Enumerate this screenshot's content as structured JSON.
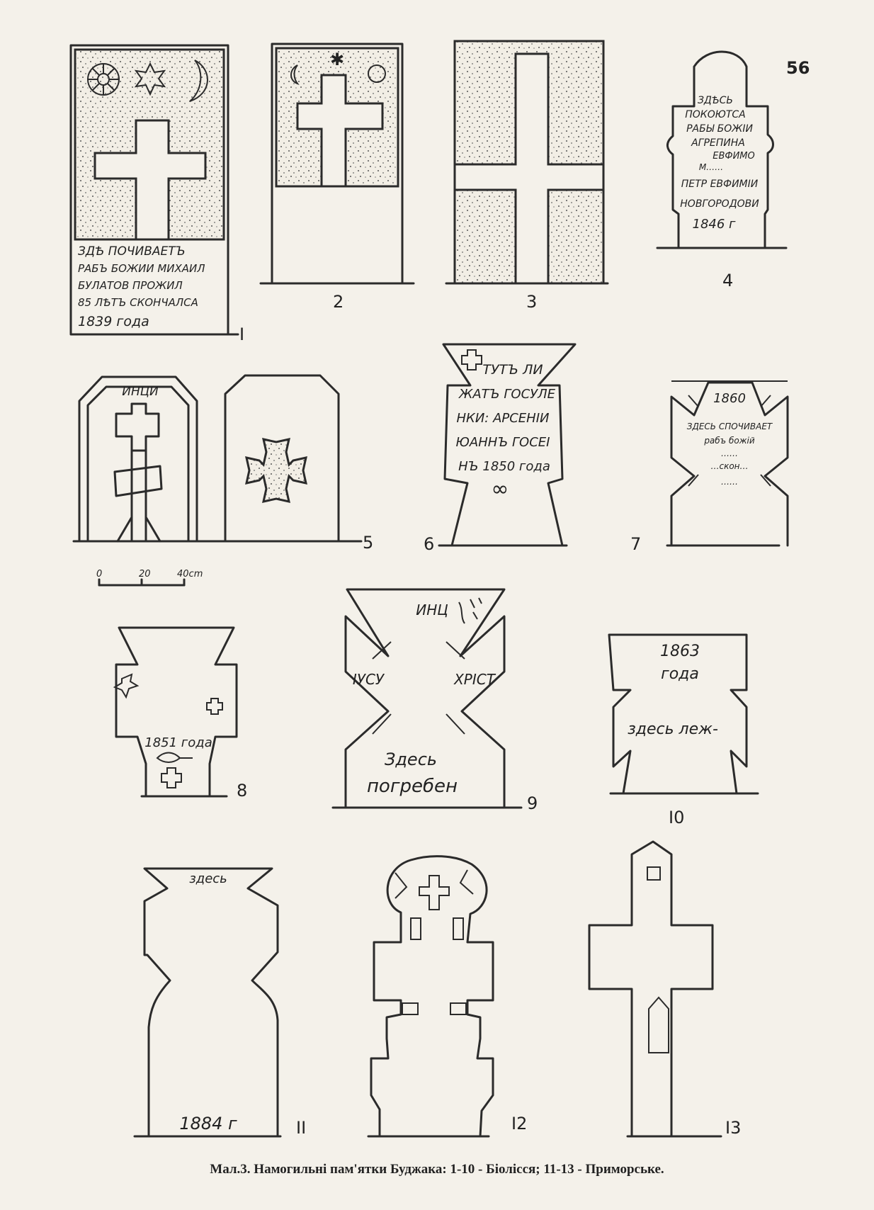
{
  "page_number": "56",
  "caption": "Мал.3. Намогильні пам'ятки Буджака: 1-10 - Біолісся; 11-13 - Приморське.",
  "scale": {
    "zero": "0",
    "mid": "20",
    "end": "40cm"
  },
  "figures": {
    "f1": {
      "label": "I",
      "lines": [
        "ЗДѢ ПОЧИВАЕТЪ",
        "РАБЪ БОЖИИ МИХАИЛ",
        "БУЛАТОВ ПРОЖИЛ",
        "85 ЛѢТЪ СКОНЧАЛСА",
        "1839 года"
      ]
    },
    "f2": {
      "label": "2"
    },
    "f3": {
      "label": "3"
    },
    "f4": {
      "label": "4",
      "lines": [
        "ЗДѢСЬ",
        "ПОКОЮТСА",
        "РАБЫ БОЖІИ",
        "АГРЕПИНА",
        "ЕВФИМО",
        "М……",
        "ПЕТР ЕВФИМІИ",
        "НОВГОРОДОВИ",
        "1846 г"
      ]
    },
    "f5": {
      "label": "5",
      "inscription": "ИНЦИ"
    },
    "f6": {
      "label": "6",
      "lines": [
        "ТУТЪ ЛИ",
        "ЖАТЪ ГОСУЛЕ",
        "НКИ: АРСЕНІИ",
        "ЮАННЪ ГОСЕІ",
        "НЪ 1850 года",
        "∞"
      ]
    },
    "f7": {
      "label": "7",
      "lines": [
        "1860",
        "ЗДЕСЬ СПОЧИВАЕТ",
        "рабъ божій",
        "……",
        "…скон…",
        "……"
      ]
    },
    "f8": {
      "label": "8",
      "lines": [
        "1851 года"
      ]
    },
    "f9": {
      "label": "9",
      "lines": [
        "ИНЦ",
        "ІУСУ",
        "ХРІСТ",
        "Здесь",
        "погребен"
      ]
    },
    "f10": {
      "label": "I0",
      "lines": [
        "1863",
        "года",
        "здесь леж-"
      ]
    },
    "f11": {
      "label": "II",
      "lines": [
        "здесь",
        "1884 г"
      ]
    },
    "f12": {
      "label": "I2"
    },
    "f13": {
      "label": "I3"
    }
  }
}
